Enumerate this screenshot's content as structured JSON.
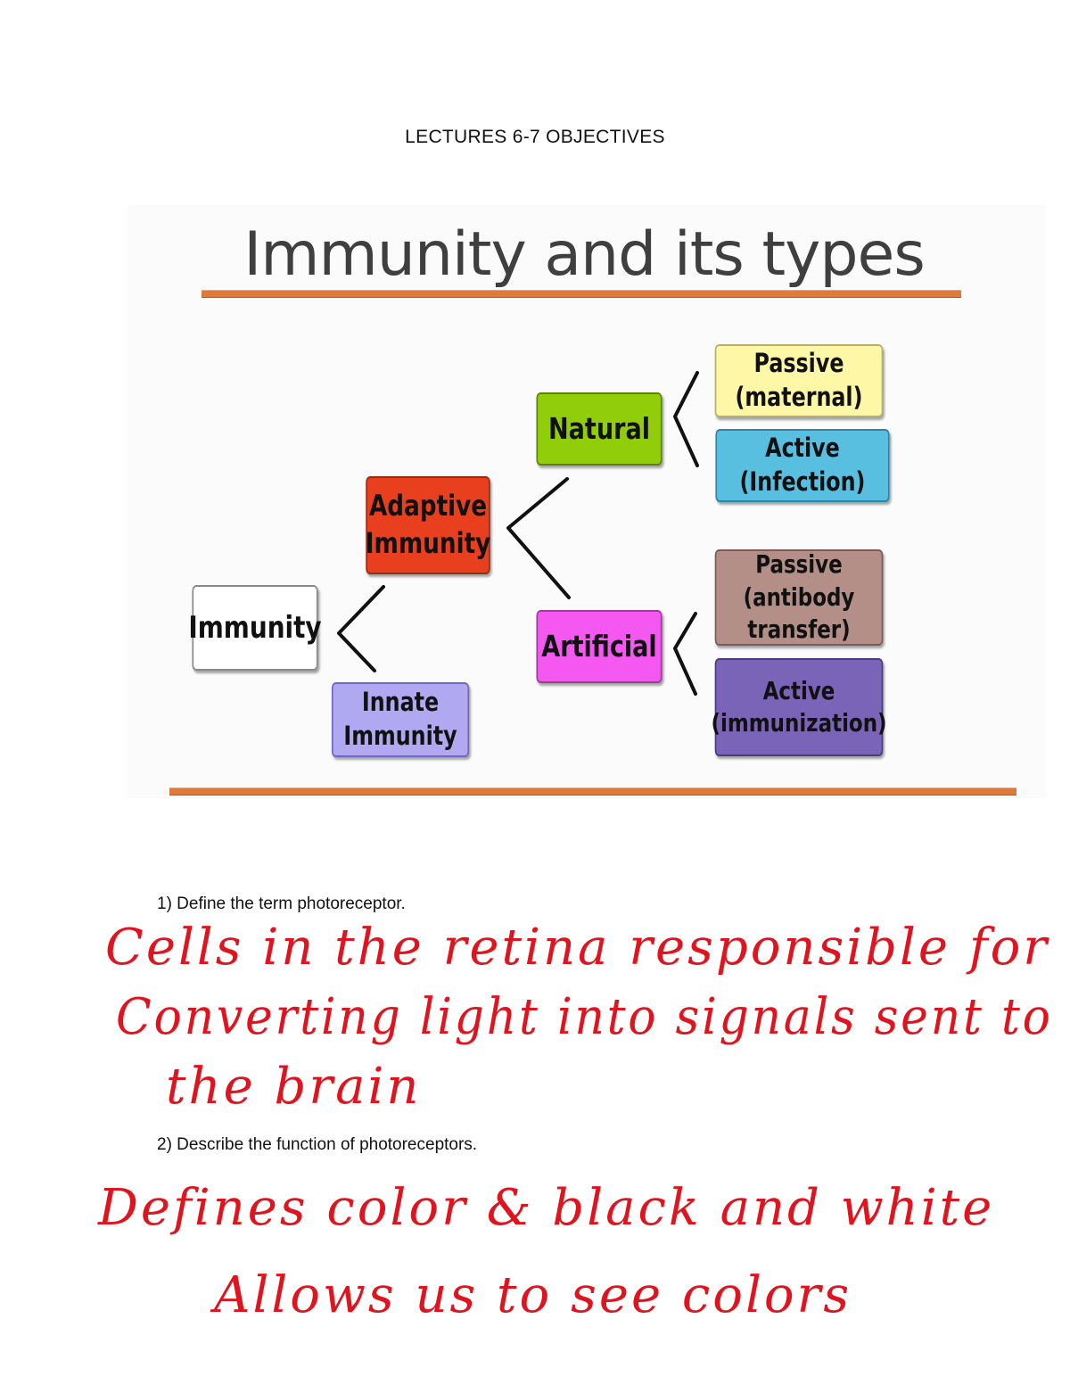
{
  "page": {
    "title": "LECTURES 6-7 OBJECTIVES"
  },
  "slide": {
    "title": "Immunity and its types",
    "accent_color": "#e07a3a",
    "nodes": {
      "immunity": {
        "label": "Immunity",
        "color": "#ffffff"
      },
      "adaptive": {
        "label": "Adaptive\nImmunity",
        "color": "#e8401f"
      },
      "innate": {
        "label": "Innate Immunity",
        "color": "#b0a8f0"
      },
      "natural": {
        "label": "Natural",
        "color": "#92cd0a"
      },
      "artificial": {
        "label": "Artificial",
        "color": "#f558f0"
      },
      "passive_maternal": {
        "label": "Passive (maternal)",
        "color": "#fdf7a6"
      },
      "active_infection": {
        "label": "Active (Infection)",
        "color": "#59bfe0"
      },
      "passive_antibody": {
        "label": "Passive\n(antibody transfer)",
        "color": "#b48f88"
      },
      "active_immunization": {
        "label": "Active\n(immunization)",
        "color": "#7a64b8"
      }
    }
  },
  "questions": [
    {
      "prompt": "1)  Define the term photoreceptor.",
      "answer_lines": [
        "Cells in the retina responsible for",
        "Converting light into signals sent to",
        "the brain"
      ]
    },
    {
      "prompt": "2)  Describe the function of photoreceptors.",
      "answer_lines": [
        "Defines color & black and white",
        "Allows us to see colors"
      ]
    }
  ],
  "ink_color": "#e0141e"
}
